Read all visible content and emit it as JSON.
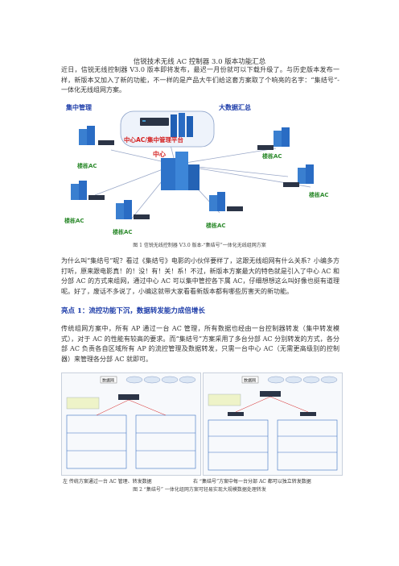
{
  "doc": {
    "title": "信锐技术无线 AC 控制器 3.0 版本功能汇总",
    "intro": "近日，信锐无线控制器 V3.0 版本即将发布，最迟一月份就可以下载升级了。与历史版本发布一样，新版本又加入了新的功能，不一样的是产品大牛们给这套方案取了个响亮的名字：“集结号”-一体化无线组网方案。",
    "figure1": {
      "labels": {
        "central_mgmt": "集中管理",
        "bigdata": "大数据汇总",
        "central_ac": "中心AC/集中管理平台",
        "center": "中心",
        "branch_ac": "楼栋AC"
      },
      "caption": "图 1    信锐无线控制器   V3.0 版本-“集结号”一体化无线组网方案"
    },
    "para2": "为什么叫“集结号”呢？看过《集结号》电影的小伙伴要样了，这跟无线组网有什么关系？小编多方打听，原来跟电影真！的！没！有！关！系！不过，新版本方案最大的特色就是引入了中心 AC 和分部 AC 的方式来组网，通过中心 AC 可以集中管控各下属 AC，仔细想想这么叫好像也挺有道理呢。好了，废话不多说了，小编这就带大家看看新版本都有哪些厉害天的新功能。",
    "highlight1": "亮点 1：流控功能下沉，数据转发能力成倍增长",
    "para3": "传统组网方案中，所有 AP 通过一台 AC 管理，所有数据也经由一台控制器转发（集中转发模式），对于 AC 的性能有较高的要求。而“集结号”方案采用了多台分部 AC 分别转发的方式，各分部 AC 负责各自区域所有 AP 的流控管理及数据转发，只需一台中心 AC（无需更高级别的控制器）来管理各分部 AC 就即可。",
    "figure2": {
      "left_label": "数据网",
      "right_label": "数据网",
      "caption_left": "左  传统方案通过一台 AC 管理、转发数据",
      "caption_right": "右  “集结号”方案中每一台分部 AC 都可以独立转发数据",
      "caption": "图 2 “集结号” 一体化组网方案可轻易实现大规模数据处理转发"
    }
  },
  "colors": {
    "label_blue": "#1a3aa8",
    "label_green": "#2e8b2e",
    "label_red": "#d42020",
    "heading_blue": "#1a3aa8"
  }
}
